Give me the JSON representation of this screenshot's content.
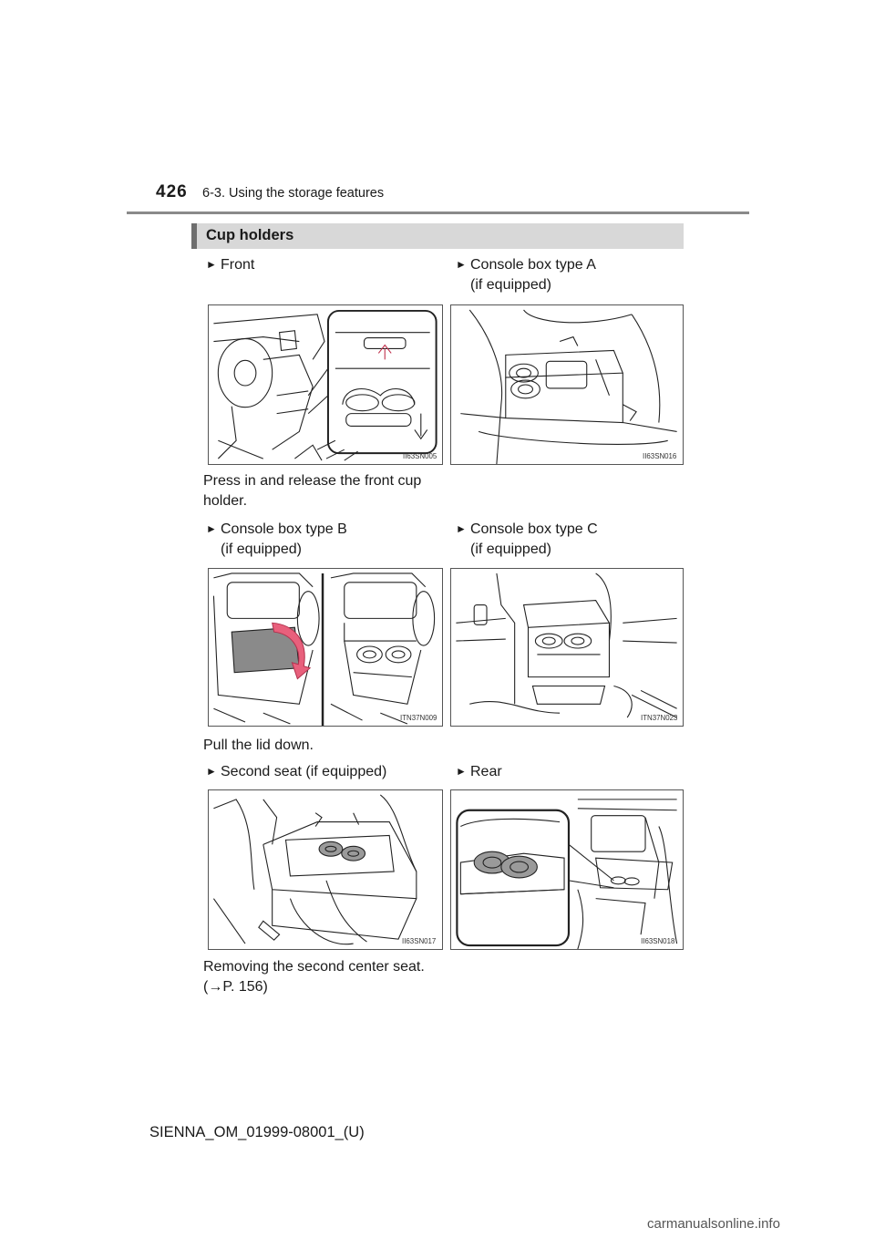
{
  "header": {
    "page_number": "426",
    "chapter": "6-3. Using the storage features"
  },
  "section": {
    "title": "Cup holders"
  },
  "items": {
    "front": {
      "label": "Front"
    },
    "console_a": {
      "line1": "Console box type A",
      "line2": "(if equipped)"
    },
    "console_b": {
      "line1": "Console box type B",
      "line2": "(if equipped)"
    },
    "console_c": {
      "line1": "Console box type C",
      "line2": "(if equipped)"
    },
    "second_seat": {
      "label": "Second seat (if equipped)"
    },
    "rear": {
      "label": "Rear"
    }
  },
  "figures": {
    "front": {
      "code": "II63SN005"
    },
    "console_a": {
      "code": "II63SN016"
    },
    "console_b": {
      "code": "ITN37N009"
    },
    "console_c": {
      "code": "ITN37N023"
    },
    "second_seat": {
      "code": "II63SN017"
    },
    "rear": {
      "code": "II63SN018"
    }
  },
  "descriptions": {
    "front_line1": "Press in and release the front cup",
    "front_line2": "holder.",
    "console_b": "Pull the lid down.",
    "second_seat_line1": "Removing the second center seat.",
    "second_seat_line2": "(→P. 156)"
  },
  "footer": {
    "doc_id": "SIENNA_OM_01999-08001_(U)"
  },
  "watermark": {
    "text": "carmanualsonline.info"
  },
  "colors": {
    "accent_arrow": "#e8607c",
    "section_bar": "#d8d8d8",
    "section_bar_edge": "#6e6e6e"
  }
}
